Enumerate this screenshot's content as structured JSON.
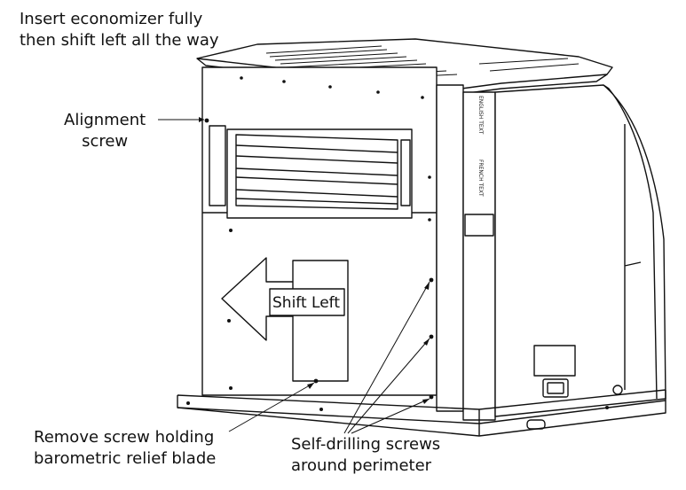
{
  "callouts": {
    "insert_economizer": {
      "line1": "Insert economizer fully",
      "line2": "then shift left all the way"
    },
    "alignment_screw": {
      "line1": "Alignment",
      "line2": "screw"
    },
    "shift_left": "Shift Left",
    "remove_screw": {
      "line1": "Remove screw holding",
      "line2": "barometric relief blade"
    },
    "self_drilling": {
      "line1": "Self-drilling screws",
      "line2": "around perimeter"
    }
  },
  "unit_labels": {
    "english": "ENGLISH TEXT",
    "french": "FRENCH TEXT"
  }
}
